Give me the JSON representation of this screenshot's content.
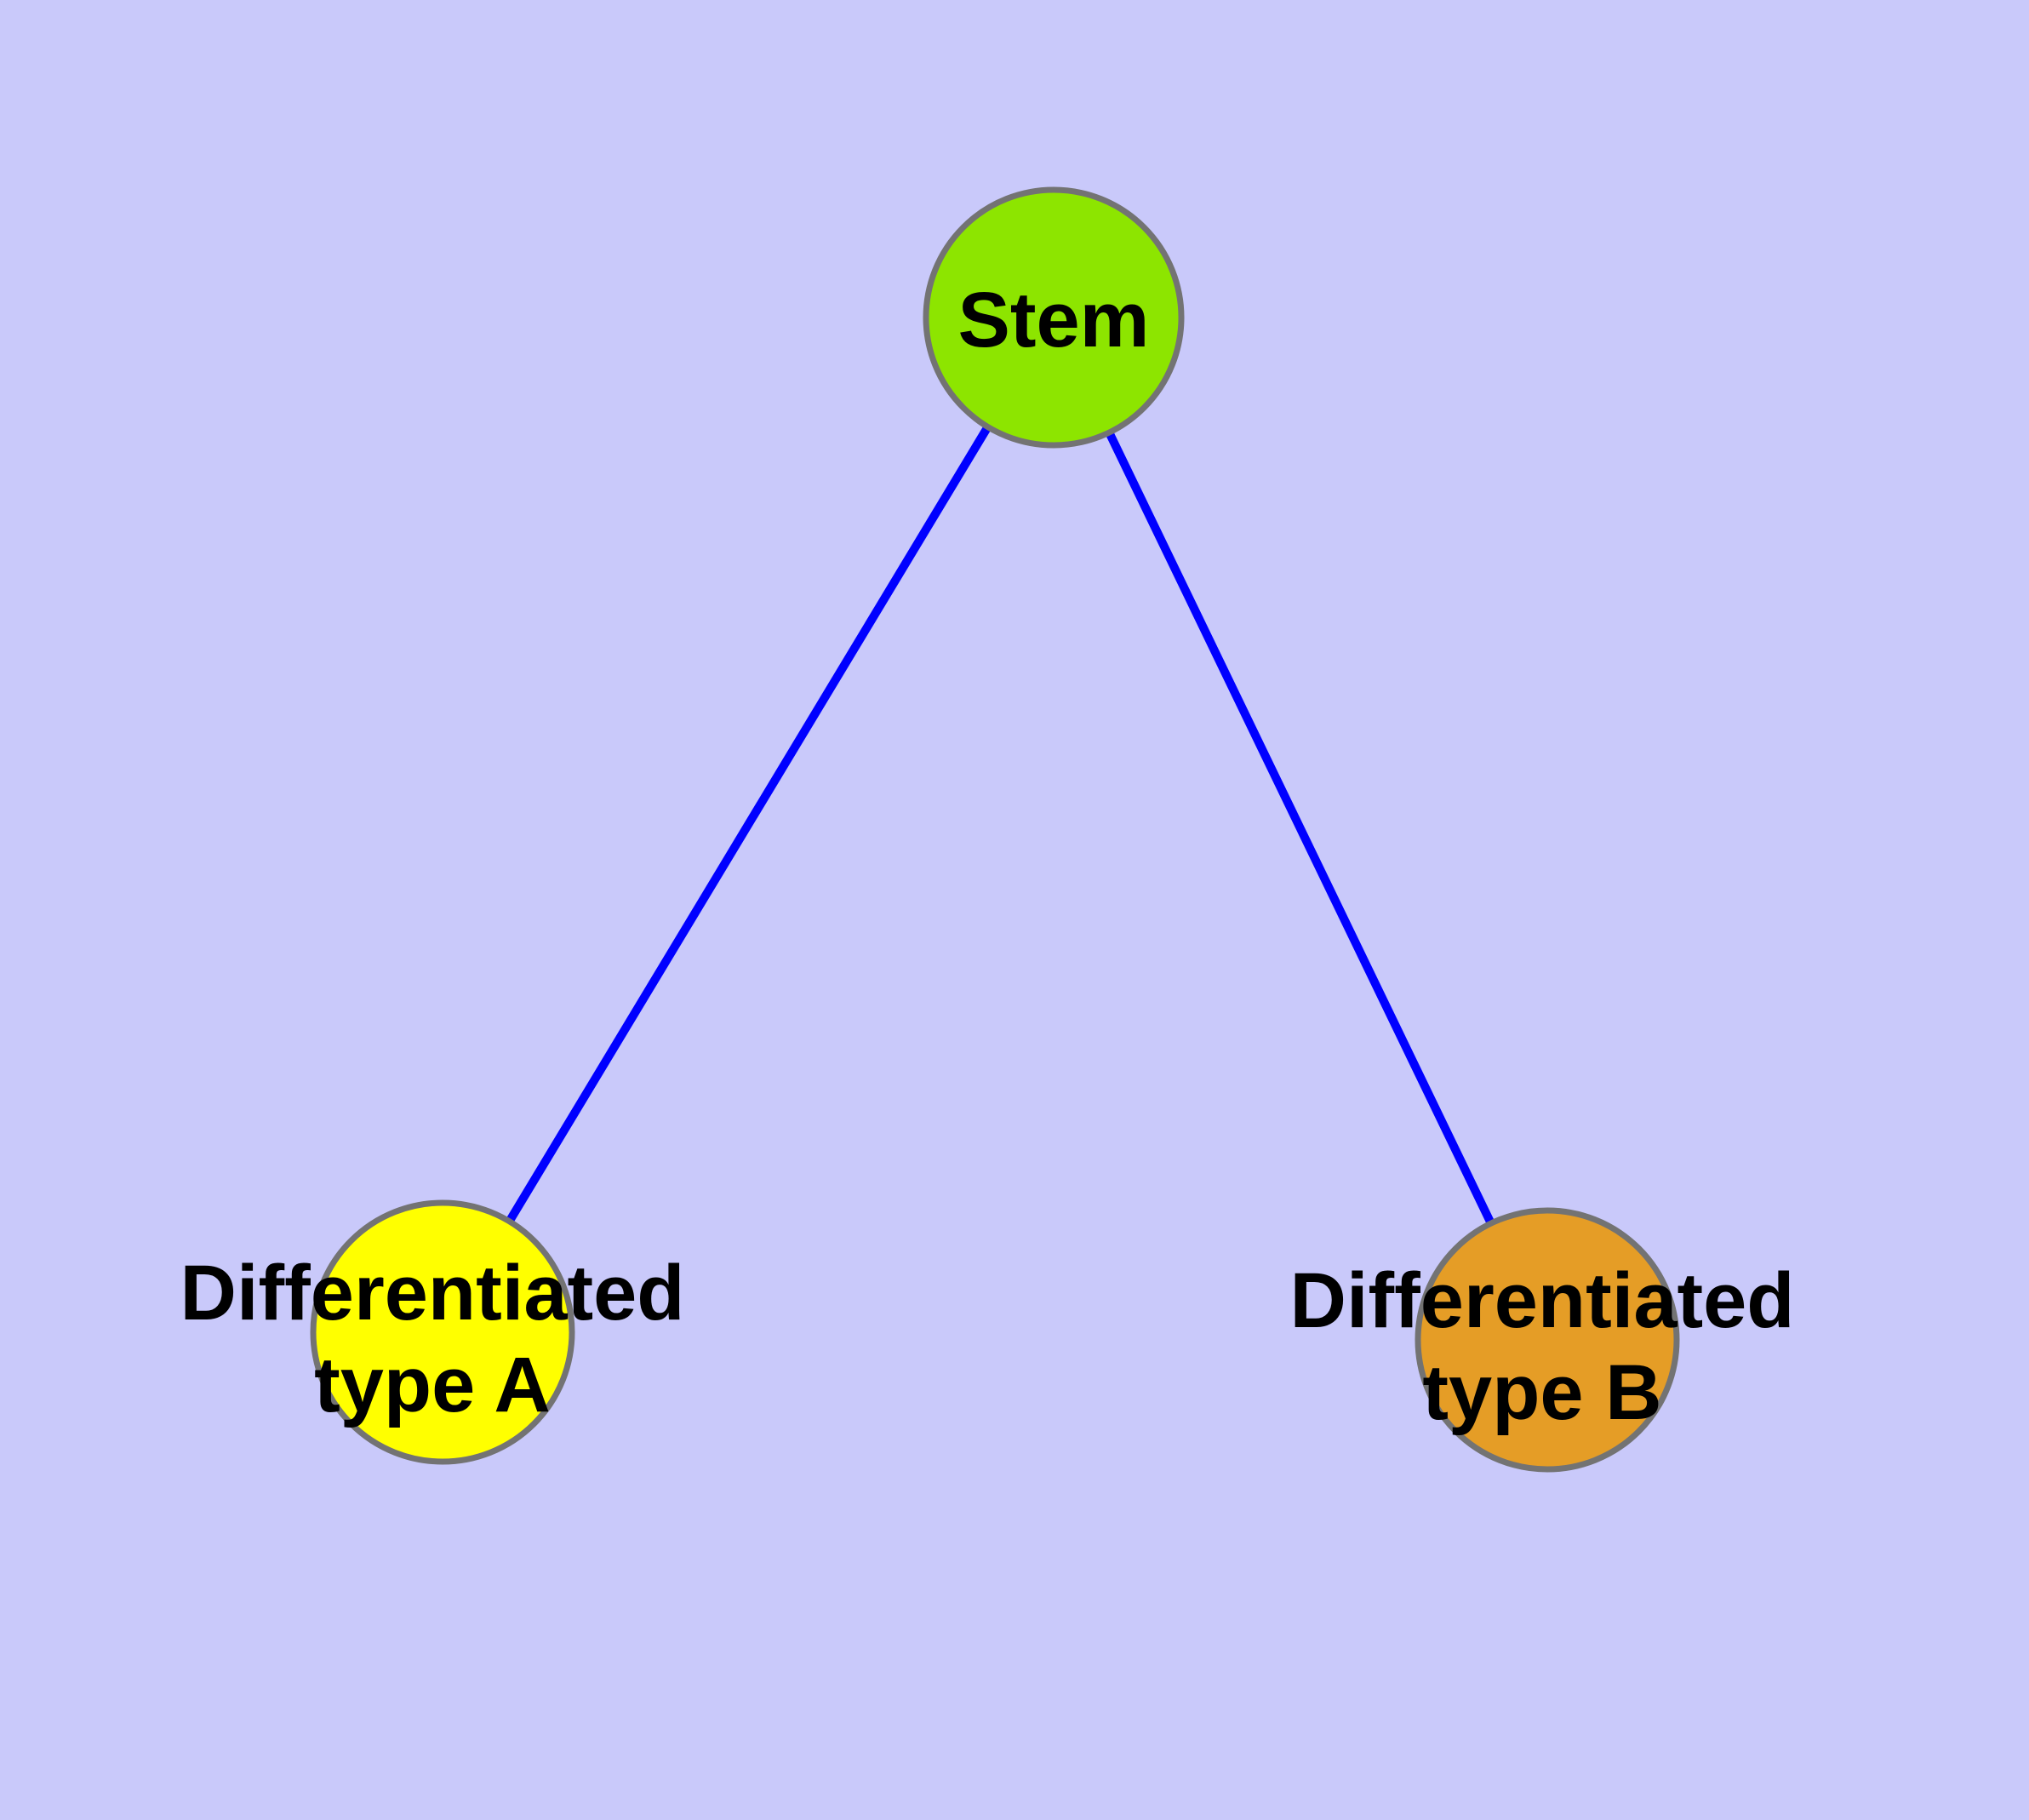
{
  "diagram": {
    "type": "node-link-graph",
    "background_color": "#c9c9fa",
    "edge_color": "#0000ff",
    "node_border_color": "#737373",
    "nodes": [
      {
        "id": "stem",
        "label": "Stem",
        "label_lines": [
          "Stem"
        ],
        "fill": "#8de500"
      },
      {
        "id": "differentiated-type-a",
        "label": "Differentiated type A",
        "label_lines": [
          "Differentiated",
          "type A"
        ],
        "fill": "#ffff00"
      },
      {
        "id": "differentiated-type-b",
        "label": "Differentiated type B",
        "label_lines": [
          "Differentiated",
          "type B"
        ],
        "fill": "#e59d26"
      }
    ],
    "edges": [
      {
        "from": "stem",
        "to": "differentiated-type-a"
      },
      {
        "from": "stem",
        "to": "differentiated-type-b"
      }
    ]
  }
}
